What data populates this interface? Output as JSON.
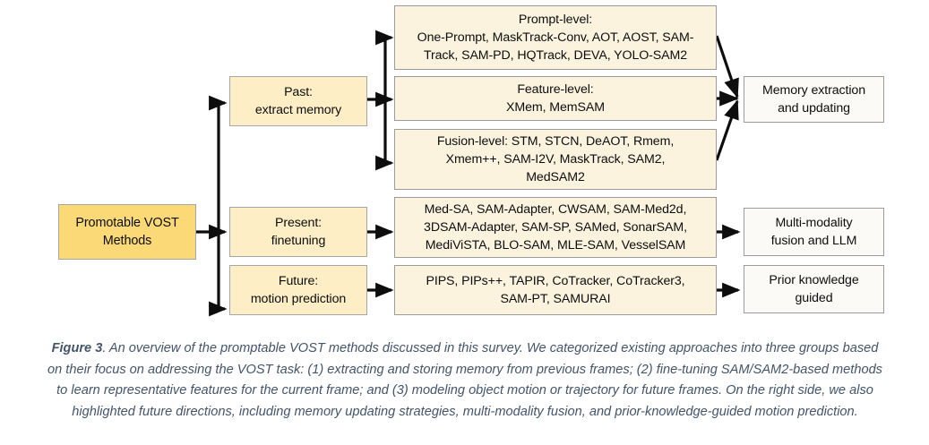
{
  "figure": {
    "root": {
      "label": "Promotable VOST\nMethods",
      "color": "#fbd976"
    },
    "stages": [
      {
        "id": "past",
        "label": "Past:\nextract memory",
        "color": "#fdeec6"
      },
      {
        "id": "present",
        "label": "Present:\nfinetuning",
        "color": "#fdeec6"
      },
      {
        "id": "future",
        "label": "Future:\nmotion prediction",
        "color": "#fdeec6"
      }
    ],
    "methods": [
      {
        "id": "prompt-level",
        "label": "Prompt-level:\nOne-Prompt, MaskTrack-Conv, AOT, AOST, SAM-\nTrack, SAM-PD, HQTrack, DEVA, YOLO-SAM2",
        "color": "#fcf3df"
      },
      {
        "id": "feature-level",
        "label": "Feature-level:\nXMem, MemSAM",
        "color": "#fcf3df"
      },
      {
        "id": "fusion-level",
        "label": "Fusion-level: STM, STCN, DeAOT, Rmem,\nXmem++, SAM-I2V, MaskTrack, SAM2,\nMedSAM2",
        "color": "#fcf3df"
      },
      {
        "id": "finetuning-methods",
        "label": "Med-SA, SAM-Adapter, CWSAM, SAM-Med2d,\n3DSAM-Adapter, SAM-SP, SAMed, SonarSAM,\nMediViSTA, BLO-SAM, MLE-SAM, VesselSAM",
        "color": "#fcf3df"
      },
      {
        "id": "motion-methods",
        "label": "PIPS, PIPs++, TAPIR, CoTracker, CoTracker3,\nSAM-PT, SAMURAI",
        "color": "#fcf3df"
      }
    ],
    "directions": [
      {
        "id": "memory",
        "label": "Memory extraction\nand updating",
        "color": "#fbfaf7"
      },
      {
        "id": "multimodal",
        "label": "Multi-modality\nfusion and LLM",
        "color": "#fbfaf7"
      },
      {
        "id": "prior",
        "label": "Prior knowledge\nguided",
        "color": "#fbfaf7"
      }
    ],
    "caption": {
      "label": "Figure 3",
      "text": ". An overview of the promptable VOST methods discussed in this survey. We categorized existing approaches into three groups based on their focus on addressing the VOST task: (1) extracting and storing memory from previous frames; (2) fine-tuning SAM/SAM2-based methods to learn representative features for the current frame; and (3) modeling object motion or trajectory for future frames. On the right side, we also highlighted future directions, including memory updating strategies, multi-modality fusion, and prior-knowledge-guided motion prediction.",
      "color": "#44546a"
    },
    "arrow_color": "#0d0d0d"
  }
}
